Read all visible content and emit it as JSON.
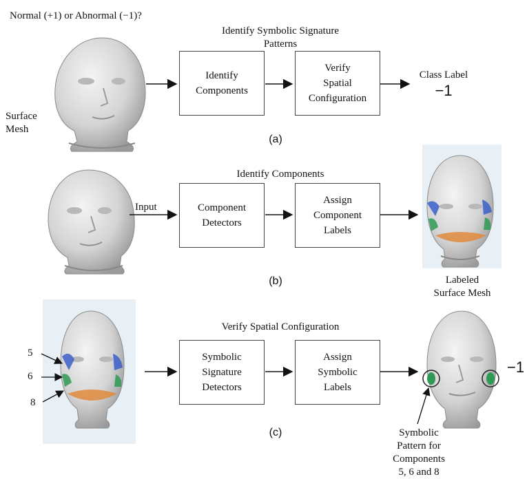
{
  "panel_a": {
    "question": "Normal (+1) or Abnormal (−1)?",
    "input_label": [
      "Surface",
      "Mesh"
    ],
    "group_title": [
      "Identify Symbolic Signature",
      "Patterns"
    ],
    "box1": [
      "Identify",
      "Components"
    ],
    "box2": [
      "Verify",
      "Spatial",
      "Configuration"
    ],
    "output_title": "Class Label",
    "output_value": "−1",
    "caption": "(a)"
  },
  "panel_b": {
    "input_label": "Input",
    "group_title": "Identify Components",
    "box1": [
      "Component",
      "Detectors"
    ],
    "box2": [
      "Assign",
      "Component",
      "Labels"
    ],
    "output_label": [
      "Labeled",
      "Surface Mesh"
    ],
    "caption": "(b)"
  },
  "panel_c": {
    "component_numbers": [
      "5",
      "6",
      "8"
    ],
    "group_title": "Verify Spatial Configuration",
    "box1": [
      "Symbolic",
      "Signature",
      "Detectors"
    ],
    "box2": [
      "Assign",
      "Symbolic",
      "Labels"
    ],
    "output_value": "−1",
    "pattern_label": [
      "Symbolic",
      "Pattern for",
      "Components",
      "5, 6 and 8"
    ],
    "caption": "(c)"
  },
  "colors": {
    "face_fill": "#d9d9d9",
    "face_shadow": "#9a9a9a",
    "component_blue": "#3a5fc8",
    "component_green": "#2f9a55",
    "component_orange": "#e08a3c",
    "panel_background": "#e8f0f5"
  },
  "icons": [
    "face-mesh-icon",
    "arrow-icon",
    "circle-marker-icon"
  ]
}
